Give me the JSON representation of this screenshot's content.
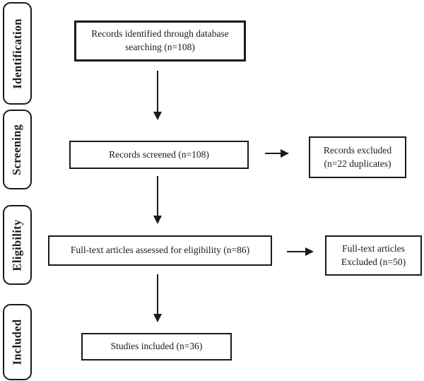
{
  "colors": {
    "ink": "#1a1a1a",
    "background": "#ffffff"
  },
  "stages": [
    {
      "label": "Identification"
    },
    {
      "label": "Screening"
    },
    {
      "label": "Eligibility"
    },
    {
      "label": "Included"
    }
  ],
  "boxes": {
    "identified": {
      "lines": [
        "Records identified through database",
        "searching (n=108)"
      ]
    },
    "screened": {
      "lines": [
        "Records screened (n=108)"
      ]
    },
    "records_excluded": {
      "lines": [
        "Records excluded",
        "(n=22 duplicates)"
      ]
    },
    "fulltext_assessed": {
      "lines": [
        "Full-text articles assessed for eligibility (n=86)"
      ]
    },
    "fulltext_excluded": {
      "lines": [
        "Full-text articles",
        "Excluded (n=50)"
      ]
    },
    "studies_included": {
      "lines": [
        "Studies included (n=36)"
      ]
    }
  }
}
